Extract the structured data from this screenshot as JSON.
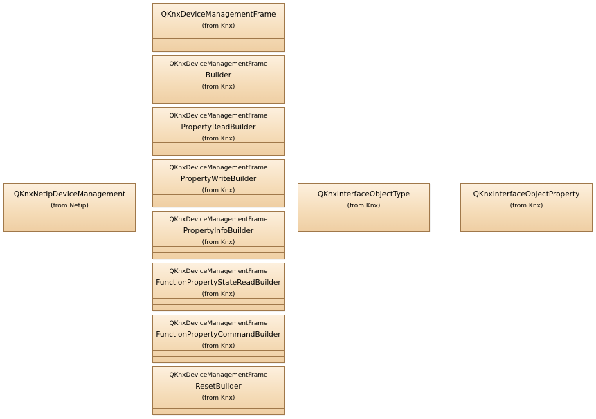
{
  "diagram": {
    "classes": [
      {
        "id": "qknx-netip-device-management",
        "qualifier": "",
        "name": "QKnxNetIpDeviceManagement",
        "origin": "(from Netip)"
      },
      {
        "id": "qknx-device-management-frame",
        "qualifier": "",
        "name": "QKnxDeviceManagementFrame",
        "origin": "(from Knx)"
      },
      {
        "id": "dmf-builder",
        "qualifier": "QKnxDeviceManagementFrame",
        "name": "Builder",
        "origin": "(from Knx)"
      },
      {
        "id": "dmf-property-read-builder",
        "qualifier": "QKnxDeviceManagementFrame",
        "name": "PropertyReadBuilder",
        "origin": "(from Knx)"
      },
      {
        "id": "dmf-property-write-builder",
        "qualifier": "QKnxDeviceManagementFrame",
        "name": "PropertyWriteBuilder",
        "origin": "(from Knx)"
      },
      {
        "id": "dmf-property-info-builder",
        "qualifier": "QKnxDeviceManagementFrame",
        "name": "PropertyInfoBuilder",
        "origin": "(from Knx)"
      },
      {
        "id": "dmf-function-property-state-read-builder",
        "qualifier": "QKnxDeviceManagementFrame",
        "name": "FunctionPropertyStateReadBuilder",
        "origin": "(from Knx)"
      },
      {
        "id": "dmf-function-property-command-builder",
        "qualifier": "QKnxDeviceManagementFrame",
        "name": "FunctionPropertyCommandBuilder",
        "origin": "(from Knx)"
      },
      {
        "id": "dmf-reset-builder",
        "qualifier": "QKnxDeviceManagementFrame",
        "name": "ResetBuilder",
        "origin": "(from Knx)"
      },
      {
        "id": "qknx-interface-object-type",
        "qualifier": "",
        "name": "QKnxInterfaceObjectType",
        "origin": "(from Knx)"
      },
      {
        "id": "qknx-interface-object-property",
        "qualifier": "",
        "name": "QKnxInterfaceObjectProperty",
        "origin": "(from Knx)"
      }
    ]
  }
}
